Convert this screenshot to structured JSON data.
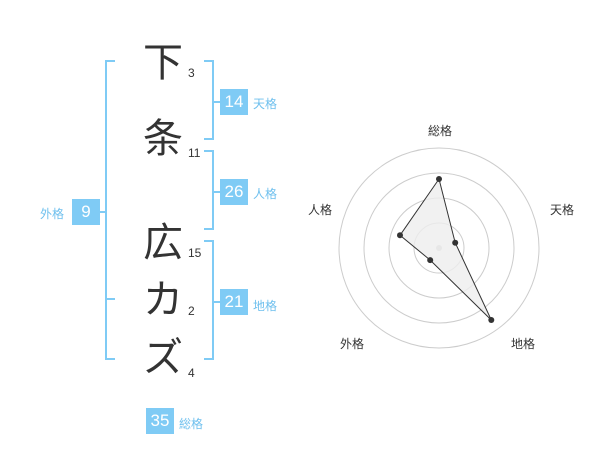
{
  "name": {
    "chars": [
      {
        "char": "下",
        "strokes": "3"
      },
      {
        "char": "条",
        "strokes": "11"
      },
      {
        "char": "広",
        "strokes": "15"
      },
      {
        "char": "カ",
        "strokes": "2"
      },
      {
        "char": "ズ",
        "strokes": "4"
      }
    ]
  },
  "kaku": {
    "tenkaku": {
      "value": "14",
      "label": "天格"
    },
    "jinkaku": {
      "value": "26",
      "label": "人格"
    },
    "chikaku": {
      "value": "21",
      "label": "地格"
    },
    "gaikaku": {
      "value": "9",
      "label": "外格"
    },
    "soukaku": {
      "value": "35",
      "label": "総格"
    }
  },
  "chart_data": {
    "type": "radar",
    "axes": [
      "総格",
      "天格",
      "地格",
      "外格",
      "人格"
    ],
    "values": [
      0.69,
      0.17,
      0.89,
      0.15,
      0.41
    ],
    "rings": 4,
    "range": [
      0,
      1
    ],
    "colors": {
      "ring": "#cccccc",
      "fill": "#eeeeee",
      "line": "#333333",
      "accent": "#7fcbf5"
    }
  }
}
